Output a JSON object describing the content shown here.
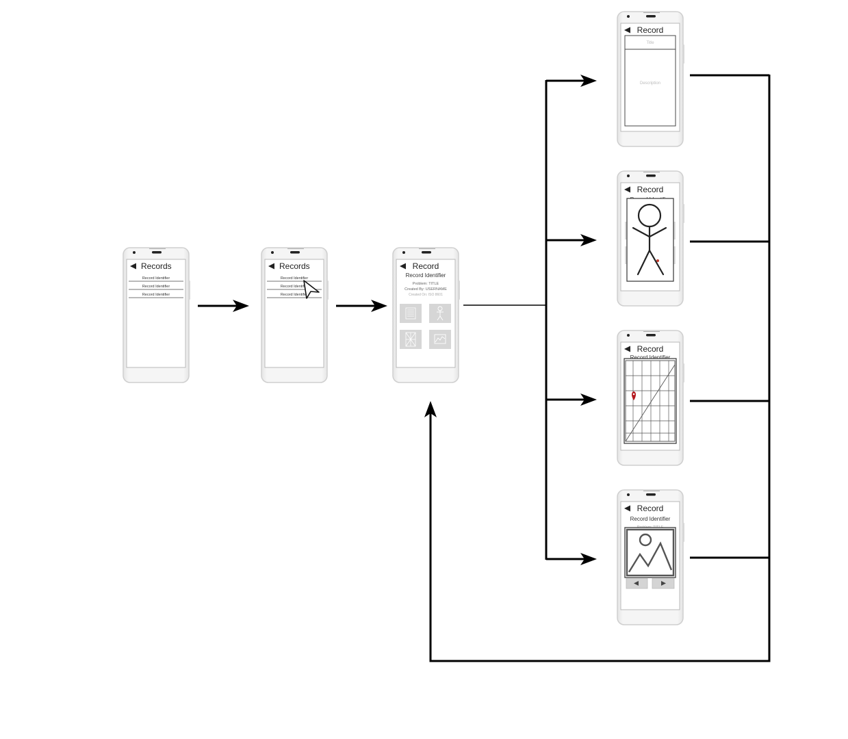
{
  "screens": {
    "list": {
      "title": "Records",
      "items": [
        "Record Identifier",
        "Record Identifier",
        "Record Identifier"
      ]
    },
    "list_selected": {
      "title": "Records",
      "items": [
        "Record Identifier",
        "Record Identifier",
        "Record Identifier"
      ]
    },
    "detail": {
      "title": "Record",
      "identifier": "Record Identifier",
      "problem": "Problem: TITLE",
      "created_by": "Created By: USERNAME",
      "created_on": "Created On: ISO 8601",
      "tiles": [
        "notes-icon",
        "stick-figure-icon",
        "map-icon",
        "chart-icon"
      ]
    },
    "notes": {
      "title": "Record",
      "title_placeholder": "Title",
      "description_placeholder": "Description"
    },
    "figure": {
      "title": "Record",
      "identifier": "Record Identifier"
    },
    "map": {
      "title": "Record",
      "identifier": "Record Identifier"
    },
    "gallery": {
      "title": "Record",
      "identifier": "Record Identifier",
      "problem": "Problem: TITLE"
    }
  },
  "colors": {
    "phone_body": "#f2f2f2",
    "phone_border": "#cfcfcf",
    "connector": "#000000",
    "tile": "#d6d6d6",
    "map_pin": "#b3181e",
    "figure_dot": "#c0392b"
  }
}
